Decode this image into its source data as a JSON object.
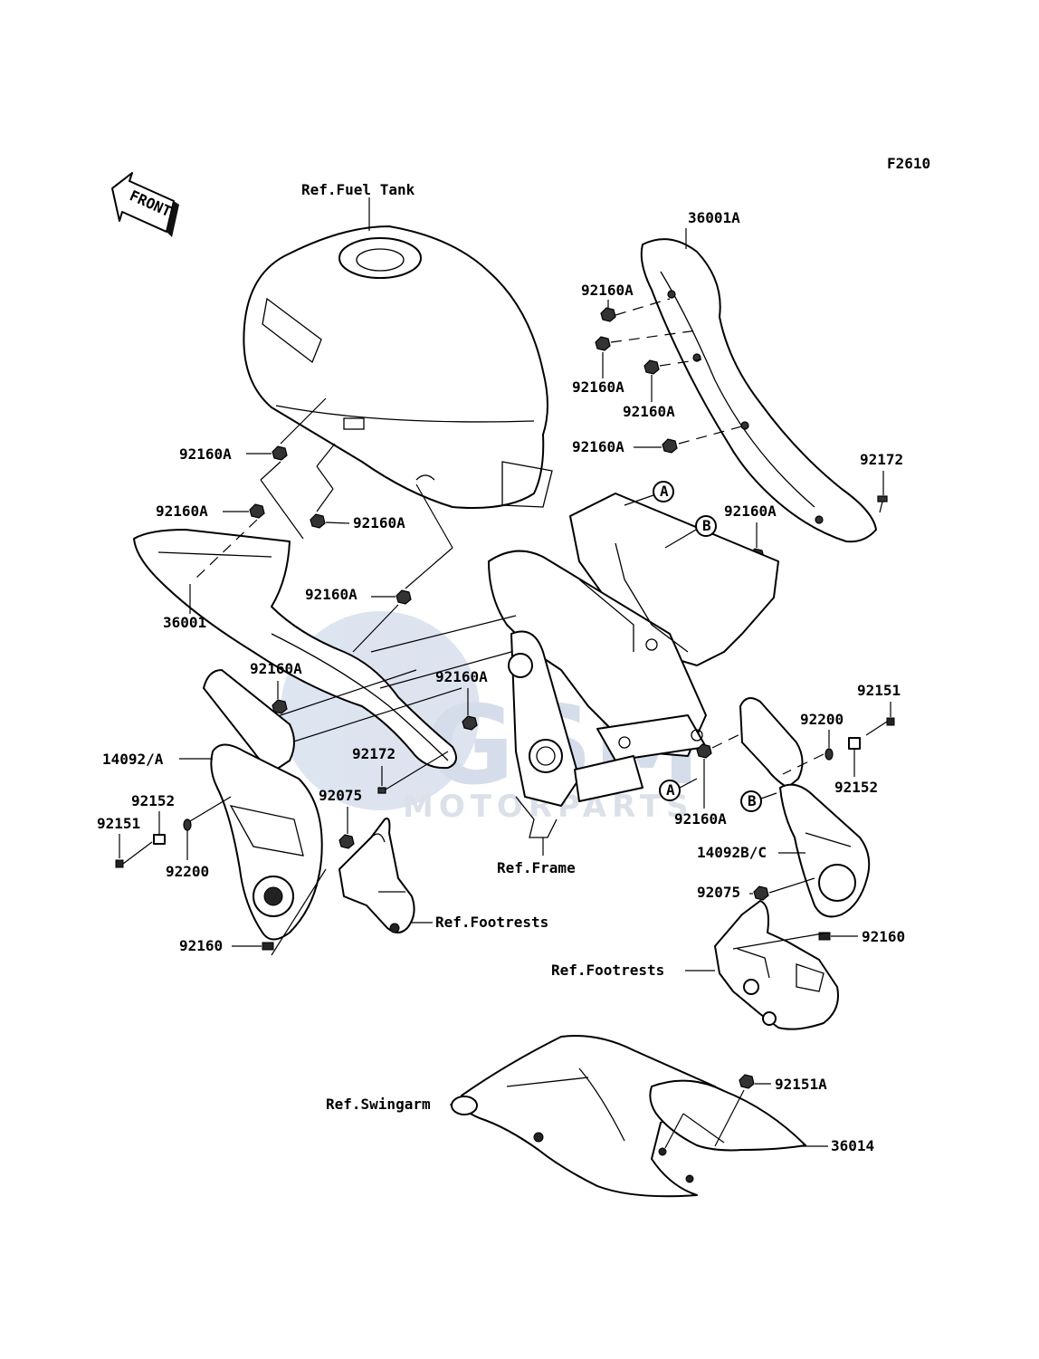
{
  "figure_code": "F2610",
  "direction_label": "FRONT",
  "watermark": {
    "logo_text": "GSM",
    "sub_text": "MOTORPARTS"
  },
  "callouts": {
    "fuel_tank": "Ref.Fuel Tank",
    "frame": "Ref.Frame",
    "footrests_left": "Ref.Footrests",
    "footrests_right": "Ref.Footrests",
    "swingarm": "Ref.Swingarm",
    "p36001A": "36001A",
    "p36001": "36001",
    "p36014": "36014",
    "p14092A": "14092/A",
    "p14092BC": "14092B/C",
    "p92172_r": "92172",
    "p92172_m": "92172",
    "p92151_r": "92151",
    "p92151_l": "92151",
    "p92151A": "92151A",
    "p92152_r": "92152",
    "p92152_l": "92152",
    "p92200_r": "92200",
    "p92200_l": "92200",
    "p92075_m": "92075",
    "p92075_r": "92075",
    "p92160_l": "92160",
    "p92160_r": "92160",
    "p92160A_1": "92160A",
    "p92160A_2": "92160A",
    "p92160A_3": "92160A",
    "p92160A_4": "92160A",
    "p92160A_5": "92160A",
    "p92160A_6": "92160A",
    "p92160A_7": "92160A",
    "p92160A_8": "92160A",
    "p92160A_9": "92160A",
    "p92160A_10": "92160A",
    "p92160A_11": "92160A",
    "p92160A_12": "92160A"
  },
  "ref_markers": {
    "a1": "A",
    "b1": "B",
    "a2": "A",
    "b2": "B"
  }
}
